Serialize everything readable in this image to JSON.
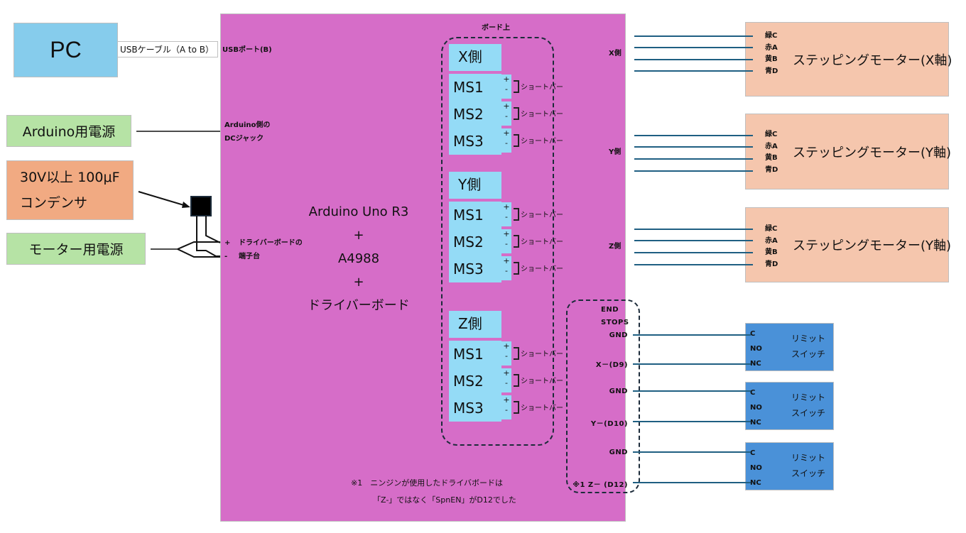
{
  "pc": {
    "label": "PC"
  },
  "usb_cable": {
    "label": "USBケーブル（A to B）"
  },
  "arduino_power": {
    "label": "Arduino用電源"
  },
  "capacitor": {
    "line1": "30V以上 100μF",
    "line2": "コンデンサ"
  },
  "motor_power": {
    "label": "モーター用電源"
  },
  "board": {
    "usb_port": "USBポート(B)",
    "dc_jack_line1": "Arduino側の",
    "dc_jack_line2": "DCジャック",
    "terminal_plus": "+",
    "terminal_minus": "-",
    "terminal_line1": "ドライバーボードの",
    "terminal_line2": "端子台",
    "title_lines": [
      "Arduino Uno R3",
      "+",
      "A4988",
      "+",
      "ドライバーボード"
    ],
    "on_board_label": "ボード上",
    "axes": [
      {
        "name": "X側",
        "ms": [
          "MS1",
          "MS2",
          "MS3"
        ]
      },
      {
        "name": "Y側",
        "ms": [
          "MS1",
          "MS2",
          "MS3"
        ]
      },
      {
        "name": "Z側",
        "ms": [
          "MS1",
          "MS2",
          "MS3"
        ]
      }
    ],
    "pin_plus": "+",
    "pin_minus": "-",
    "short_bar": "ショートバー",
    "side_labels": [
      "X側",
      "Y側",
      "Z側"
    ],
    "endstops": {
      "title1": "END",
      "title2": "STOPS",
      "pins": [
        "GND",
        "X－(D9)",
        "GND",
        "Y－(D10)",
        "GND",
        "※1  Z－ (D12)"
      ]
    },
    "note_line1": "※1　ニンジンが使用したドライバボードは",
    "note_line2": "「Z-」ではなく「SpnEN」がD12でした"
  },
  "motors": [
    {
      "title": "ステッピングモーター(X軸)",
      "pins": [
        "緑C",
        "赤A",
        "黄B",
        "青D"
      ]
    },
    {
      "title": "ステッピングモーター(Y軸)",
      "pins": [
        "緑C",
        "赤A",
        "黄B",
        "青D"
      ]
    },
    {
      "title": "ステッピングモーター(Y軸)",
      "pins": [
        "緑C",
        "赤A",
        "黄B",
        "青D"
      ]
    }
  ],
  "switches": [
    {
      "line1": "リミット",
      "line2": "スイッチ",
      "pins": [
        "C",
        "NO",
        "NC"
      ]
    },
    {
      "line1": "リミット",
      "line2": "スイッチ",
      "pins": [
        "C",
        "NO",
        "NC"
      ]
    },
    {
      "line1": "リミット",
      "line2": "スイッチ",
      "pins": [
        "C",
        "NO",
        "NC"
      ]
    }
  ],
  "colors": {
    "board": "#d66dc8",
    "pc": "#86ccec",
    "power": "#b6e3a5",
    "capacitor": "#f1aa82",
    "motor": "#f5c6ad",
    "switch": "#4a91d8",
    "ms_block": "#94dbf6",
    "wire": "#1f5f82"
  }
}
